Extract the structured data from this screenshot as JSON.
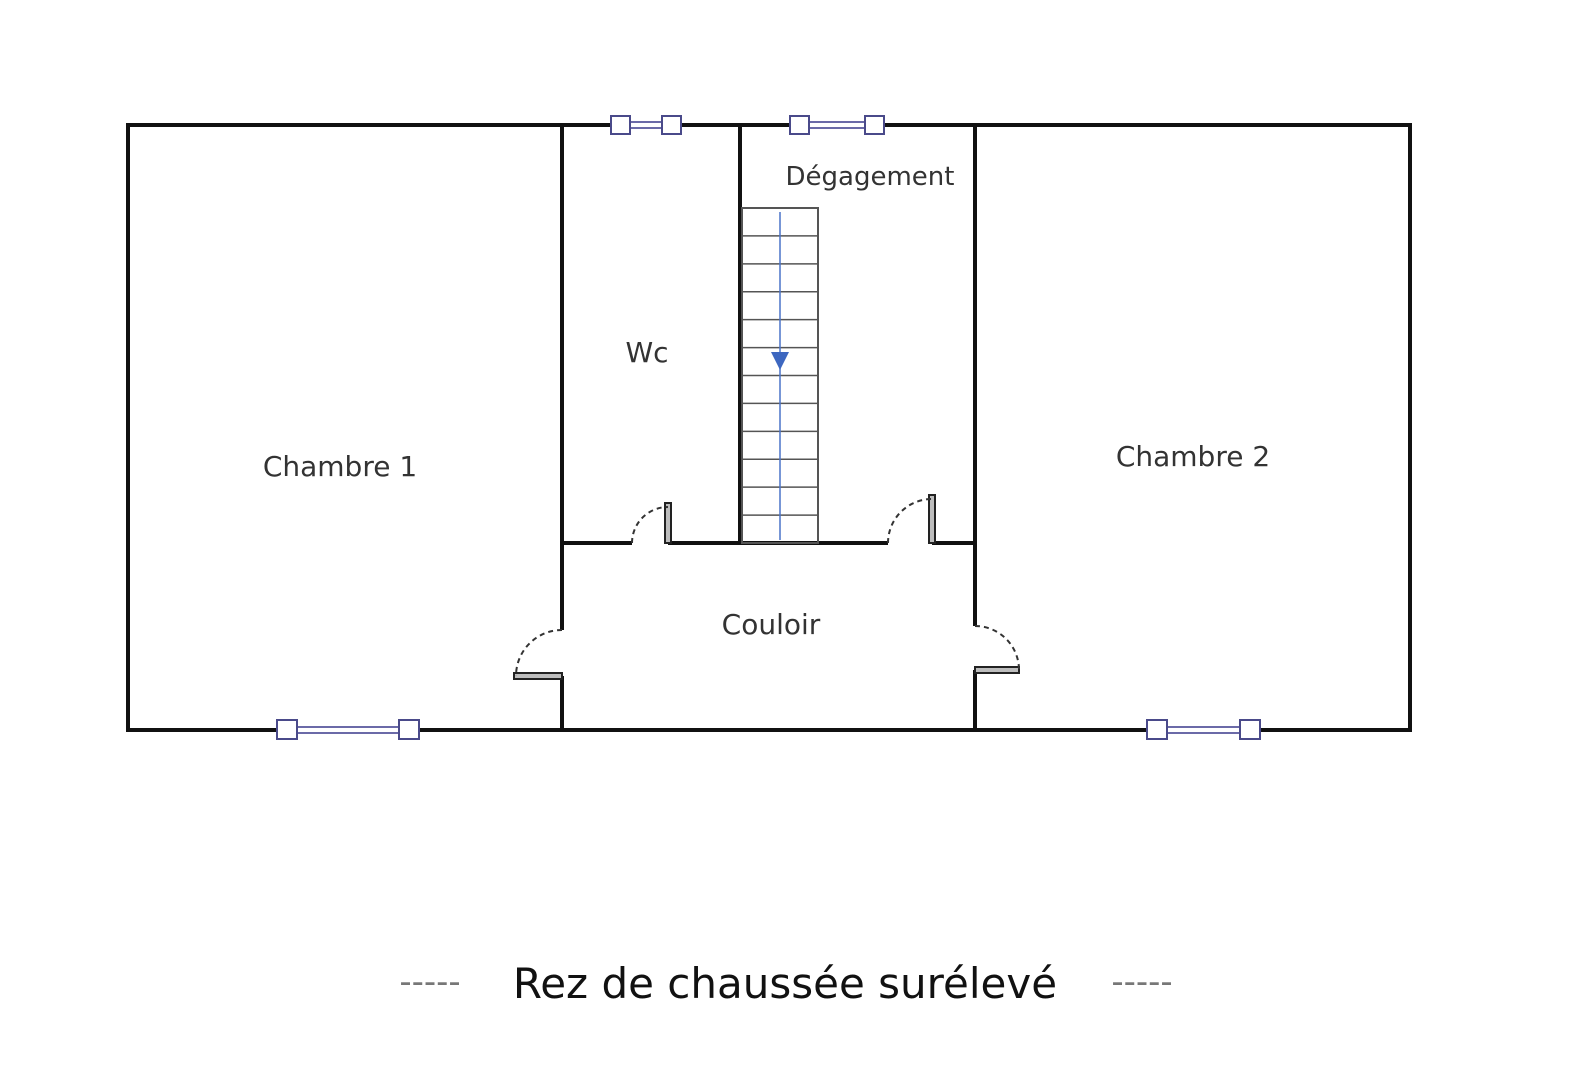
{
  "rooms": {
    "chambre1": "Chambre 1",
    "wc": "Wc",
    "degagement": "Dégagement",
    "chambre2": "Chambre 2",
    "couloir": "Couloir"
  },
  "caption": {
    "title": "Rez de chaussée surélevé",
    "dash_left": "-----",
    "dash_right": "-----"
  },
  "colors": {
    "walls": "#111111",
    "windows": "#4a4a8a",
    "stair_arrow": "#3d67c0"
  },
  "icons": {
    "window": "window-icon",
    "door": "door-icon",
    "stair_arrow": "arrow-down-icon"
  }
}
